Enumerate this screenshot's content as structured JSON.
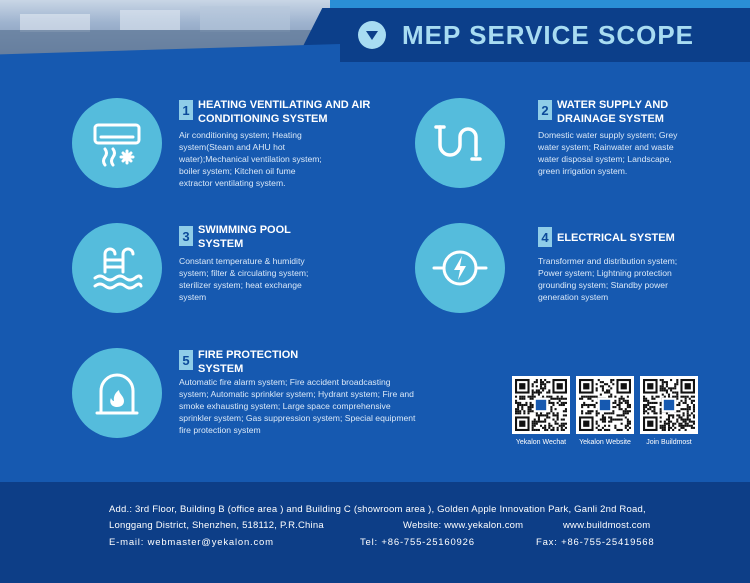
{
  "header": {
    "title": "MEP SERVICE SCOPE",
    "icon": "chevron-down-circle-icon"
  },
  "colors": {
    "background": "#1659b0",
    "circle": "#55bcdc",
    "accent": "#a8dcf2",
    "footer": "#0d3e87"
  },
  "services": [
    {
      "number": "1",
      "title_line1": "HEATING VENTILATING AND AIR",
      "title_line2": "CONDITIONING SYSTEM",
      "desc": [
        "Air conditioning system; Heating",
        "system(Steam and AHU hot",
        "water);Mechanical ventilation system;",
        "boiler system; Kitchen oil fume",
        "extractor ventilating system."
      ],
      "icon": "air-conditioner-icon"
    },
    {
      "number": "2",
      "title_line1": "WATER SUPPLY AND",
      "title_line2": "DRAINAGE SYSTEM",
      "desc": [
        "Domestic water supply system; Grey",
        "water system; Rainwater and waste",
        "water disposal system; Landscape,",
        "green irrigation system."
      ],
      "icon": "pipe-icon"
    },
    {
      "number": "3",
      "title_line1": "SWIMMING POOL",
      "title_line2": "SYSTEM",
      "desc": [
        "Constant temperature & humidity",
        "system; filter & circulating system;",
        "sterilizer system; heat exchange",
        "system"
      ],
      "icon": "swimming-pool-icon"
    },
    {
      "number": "4",
      "title_line1": "ELECTRICAL SYSTEM",
      "title_line2": "",
      "desc": [
        "Transformer and distribution system;",
        "Power system; Lightning protection",
        "grounding system; Standby power",
        "generation system"
      ],
      "icon": "lightning-icon"
    },
    {
      "number": "5",
      "title_line1": "FIRE PROTECTION",
      "title_line2": "SYSTEM",
      "desc": [
        "Automatic fire alarm system; Fire accident broadcasting",
        "system; Automatic sprinkler system; Hydrant system; Fire and",
        "smoke exhausting system; Large space comprehensive",
        "sprinkler system; Gas suppression system; Special equipment",
        "fire protection system"
      ],
      "icon": "fireplace-icon"
    }
  ],
  "qr_codes": [
    {
      "label": "Yekalon Wechat"
    },
    {
      "label": "Yekalon Website"
    },
    {
      "label": "Join Buildmost"
    }
  ],
  "footer": {
    "address_line1": "Add.: 3rd Floor, Building B  (office area ) and Building C (showroom area ), Golden Apple Innovation Park, Ganli 2nd Road,",
    "address_line2": "Longgang  District,  Shenzhen,  518112,  P.R.China",
    "website_label": "Website:  www.yekalon.com",
    "website2": "www.buildmost.com",
    "email": "E-mail:  webmaster@yekalon.com",
    "tel": "Tel:  +86-755-25160926",
    "fax": "Fax:  +86-755-25419568"
  }
}
